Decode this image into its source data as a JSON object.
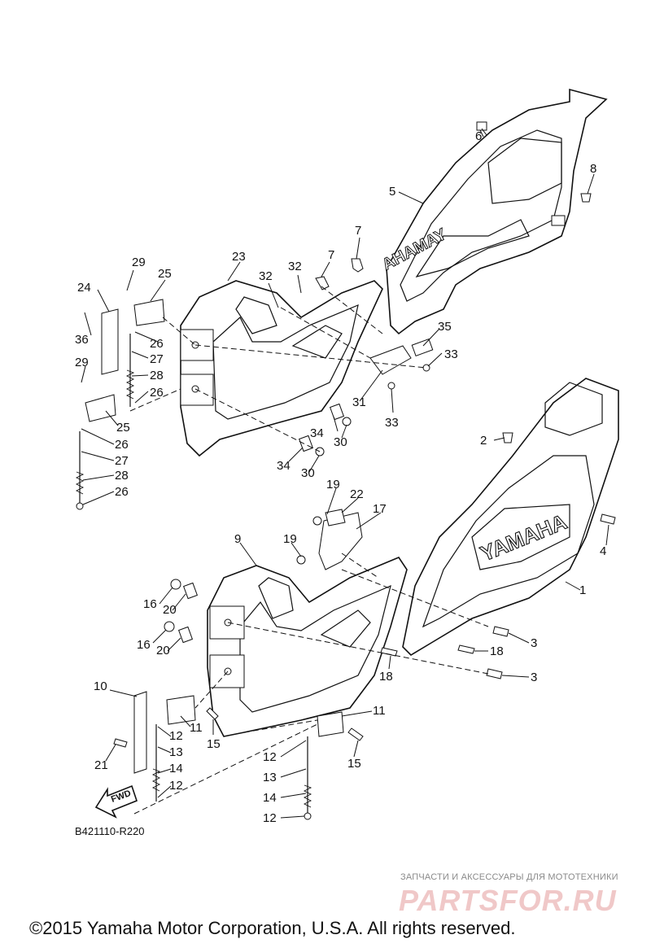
{
  "diagram": {
    "code": "B421110-R220",
    "fwd_label": "FWD",
    "brand_upper_door": "YAMAHA",
    "brand_lower_door": "YAMAHA",
    "callouts": [
      "1",
      "2",
      "3",
      "3",
      "4",
      "5",
      "6",
      "7",
      "7",
      "8",
      "9",
      "10",
      "11",
      "11",
      "12",
      "12",
      "12",
      "12",
      "13",
      "13",
      "14",
      "14",
      "15",
      "15",
      "16",
      "16",
      "17",
      "18",
      "18",
      "19",
      "19",
      "20",
      "20",
      "21",
      "22",
      "23",
      "24",
      "25",
      "25",
      "26",
      "26",
      "26",
      "26",
      "27",
      "27",
      "28",
      "28",
      "29",
      "29",
      "30",
      "30",
      "31",
      "32",
      "32",
      "33",
      "33",
      "34",
      "34",
      "35",
      "36"
    ]
  },
  "watermark": {
    "tagline": "ЗАПЧАСТИ И АКСЕССУАРЫ ДЛЯ МОТОТЕХНИКИ",
    "site": "PARTSFOR.RU"
  },
  "footer": {
    "copyright": "©2015 Yamaha Motor Corporation, U.S.A. All rights reserved."
  }
}
